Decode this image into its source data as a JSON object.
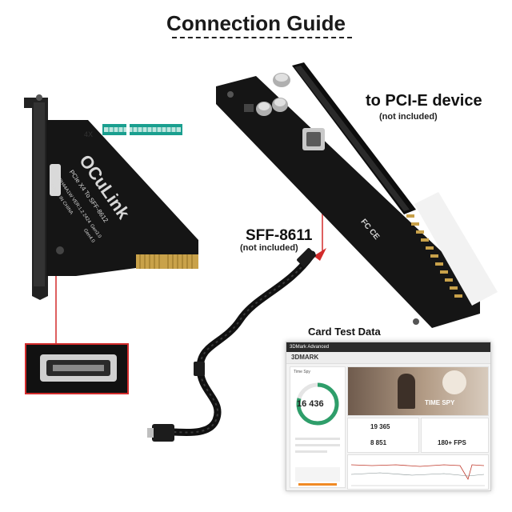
{
  "title": "Connection Guide",
  "labels": {
    "pcie_device": "to PCI-E device",
    "pcie_device_note": "(not included)",
    "sff": "SFF-8611",
    "sff_note": "(not included)",
    "test_data": "Card Test Data",
    "multiplier": "4X"
  },
  "card": {
    "brand": "OCuLink",
    "subtitle": "PCIe X4 To SFF-8612",
    "gen": "Gen3.0",
    "gen2": "Gen4.0",
    "model": "PH44A1W VER:1.2 2424",
    "made": "MADE IN CHINA",
    "fc": "FC CE"
  },
  "benchmark": {
    "window_title": "3DMark Advanced",
    "app": "3DMARK",
    "test_name": "Time Spy",
    "score": "16 436",
    "hero_label": "TIME SPY",
    "graphics_score": "19 365",
    "cpu_score": "8 851",
    "fps": "180+ FPS"
  },
  "colors": {
    "pcb": "#151515",
    "gold": "#c9a24a",
    "red": "#d22b2b",
    "green": "#2e9e6a"
  }
}
